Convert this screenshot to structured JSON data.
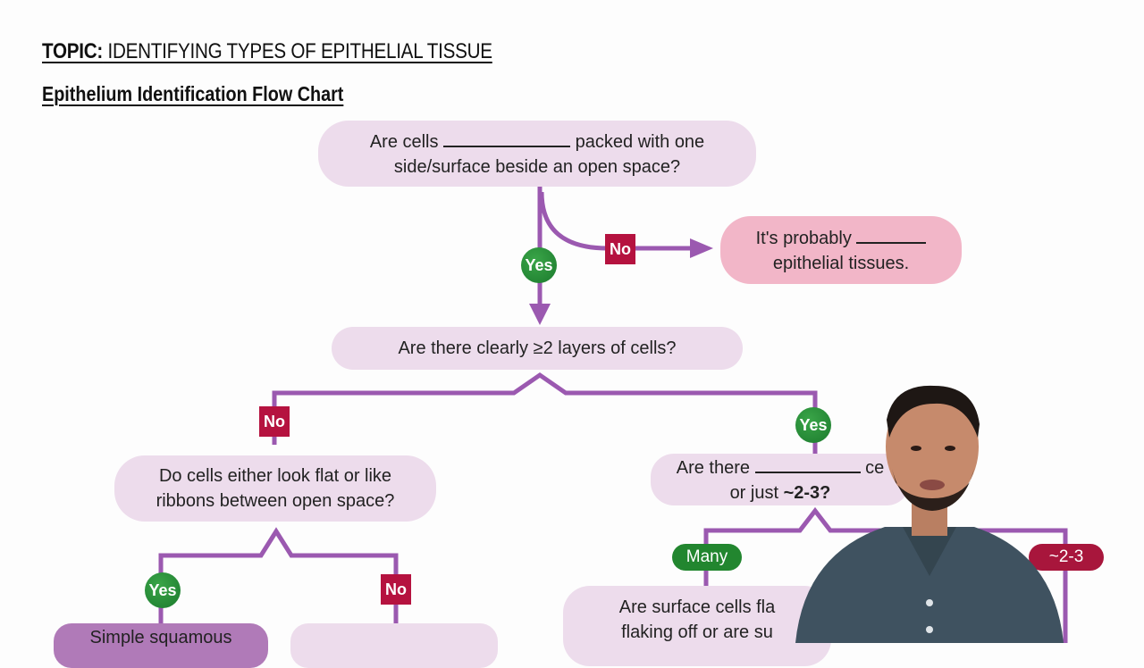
{
  "header": {
    "topic_label": "TOPIC:",
    "topic_text": "IDENTIFYING TYPES OF EPITHELIAL TISSUE",
    "subtitle": "Epithelium Identification Flow Chart"
  },
  "flowchart": {
    "q1": {
      "line1_a": "Are cells",
      "line1_b": "packed with one",
      "line2": "side/surface beside an open space?"
    },
    "q1_no_result": {
      "line1": "It's probably",
      "line2": "epithelial tissues."
    },
    "q2": {
      "text": "Are there clearly ≥2 layers of cells?"
    },
    "q3": {
      "line1": "Do cells either look flat or like",
      "line2": "ribbons between open space?"
    },
    "q4": {
      "line1_a": "Are there",
      "line1_b": "ce",
      "line2_a": "or just",
      "line2_b": "~2-3?"
    },
    "q5": {
      "line1": "Are surface cells fla",
      "line2": "flaking off or are su"
    },
    "result_simple_squamous": "Simple squamous",
    "labels": {
      "yes": "Yes",
      "no": "No",
      "many": "Many",
      "few": "~2-3"
    }
  },
  "colors": {
    "line": "#9b59b0",
    "node_fill": "#eddcec",
    "pink_fill": "#f2b6c8",
    "yes_green": "#22862f",
    "no_red": "#b5123f"
  },
  "presenter": {
    "description": "instructor video overlay"
  }
}
